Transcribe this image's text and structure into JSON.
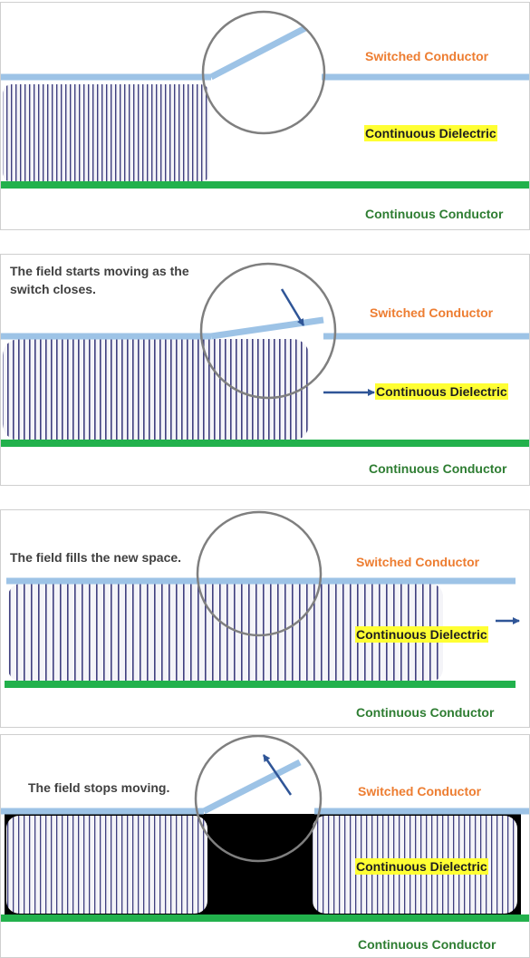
{
  "labels": {
    "switched_conductor": "Switched Conductor",
    "continuous_dielectric": "Continuous Dielectric",
    "continuous_conductor": "Continuous Conductor"
  },
  "panels": [
    {
      "caption": ""
    },
    {
      "caption": "The field starts moving as the switch closes."
    },
    {
      "caption": "The field fills the new space."
    },
    {
      "caption": "The field stops moving."
    }
  ],
  "colors": {
    "switched_conductor": "#9dc3e6",
    "continuous_conductor": "#22b14c",
    "dielectric_highlight": "#ffff33",
    "field_lines": "#3f3f7f",
    "arrow": "#2f5597",
    "switch_circle": "#7f7f7f",
    "region_stopped": "#000000"
  }
}
